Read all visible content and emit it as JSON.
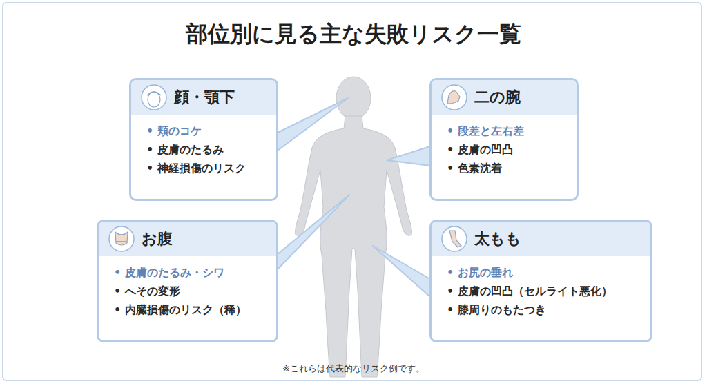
{
  "diagram": {
    "title": "部位別に見る主な失敗リスク一覧",
    "caption": "※これらは代表的なリスク例です。",
    "nodes": [
      {
        "text": [
          "顔・顎下",
          "• 頬のコケ",
          "• 皮膚のたるみ",
          "• 神経損傷のリスク"
        ]
      },
      {
        "text": [
          "二の腕",
          "• 段差と左右差",
          "• 皮膚の凹凸",
          "• 色素沈着"
        ]
      },
      {
        "text": [
          "お腹",
          "• 皮膚のたるみ・シワ",
          "• へその変形",
          "• 内臓損傷のリスク（稀）"
        ]
      },
      {
        "text": [
          "太もも",
          "• お尻の垂れ",
          "• 皮膚の凹凸（セルライト悪化）",
          "• 膝周りのもたつき"
        ]
      }
    ]
  }
}
